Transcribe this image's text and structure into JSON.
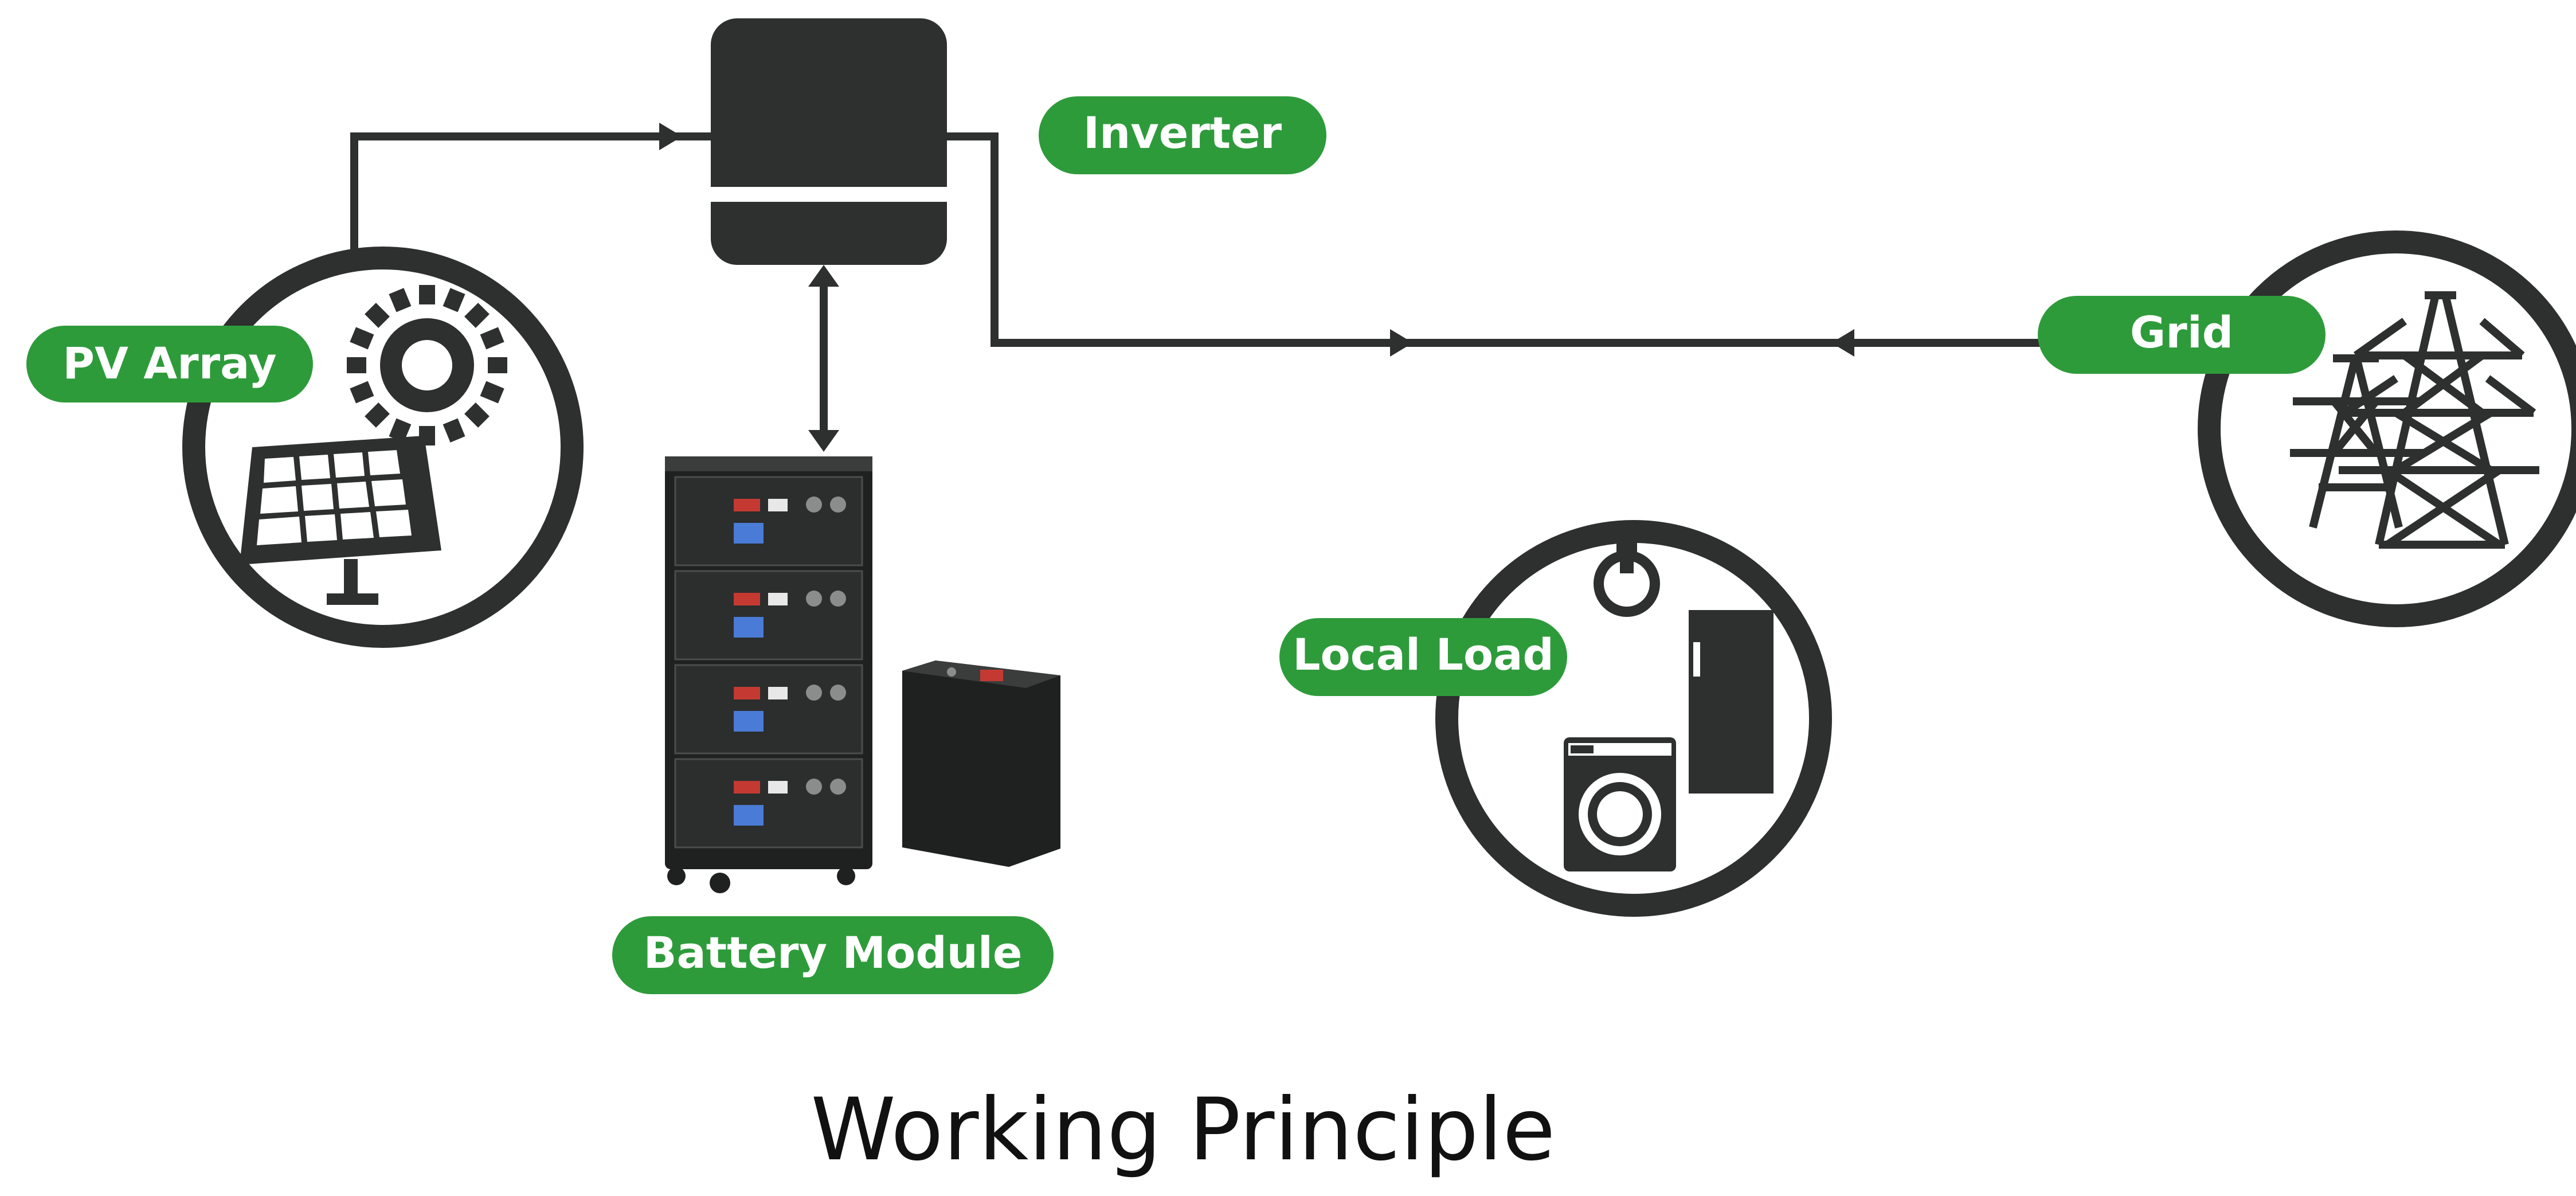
{
  "labels": {
    "inverter": "Inverter",
    "pv_array": "PV Array",
    "grid": "Grid",
    "local_load": "Local Load",
    "battery_module": "Battery Module"
  },
  "title": "Working Principle",
  "colors": {
    "accent_green": "#2e9b3b",
    "dark": "#2d302e",
    "background": "#ffffff"
  },
  "icons": [
    "sun-icon",
    "solar-panel-icon",
    "inverter-icon",
    "transmission-tower-icon",
    "lamp-icon",
    "refrigerator-icon",
    "washing-machine-icon",
    "battery-rack-icon",
    "battery-unit-icon"
  ]
}
